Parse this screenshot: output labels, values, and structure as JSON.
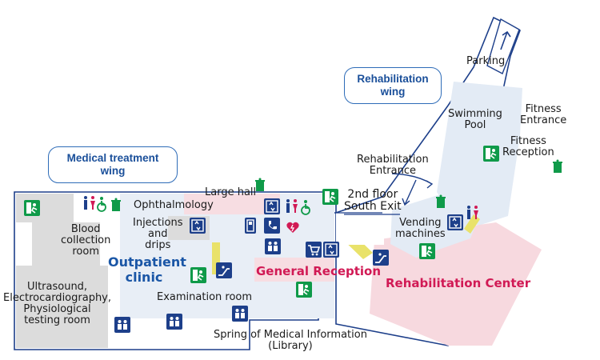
{
  "wings": {
    "medical_treatment": "Medical treatment\nwing",
    "rehabilitation": "Rehabilitation\nwing"
  },
  "areas": {
    "outpatient_clinic": "Outpatient\nclinic",
    "general_reception": "General Reception",
    "rehabilitation_center": "Rehabilitation Center"
  },
  "labels": {
    "parking": "Parking",
    "swimming_pool": "Swimming\nPool",
    "fitness_entrance": "Fitness\nEntrance",
    "fitness_reception": "Fitness\nReception",
    "rehabilitation_entrance": "Rehabilitation\nEntrance",
    "second_floor_south_exit": "2nd floor\nSouth Exit",
    "vending_machines": "Vending\nmachines",
    "large_hall": "Large hall",
    "ophthalmology": "Ophthalmology",
    "injections_drips": "Injections\nand\ndrips",
    "blood_collection": "Blood\ncollection\nroom",
    "ultrasound": "Ultrasound,\nElectrocardiography,\nPhysiological\ntesting room",
    "examination_room": "Examination room",
    "library": "Spring of Medical Information\n(Library)"
  },
  "colors": {
    "outline": "#1d3f8a",
    "corridor": "#e8eef6",
    "room_gray": "#dcdcdc",
    "room_pink": "#f7dde2",
    "rehab_pink": "#f7d9df",
    "blue_zone": "#e3ebf5",
    "escalator": "#e9e26a",
    "exit_green": "#0f9a49",
    "icon_navy": "#1d3f8a",
    "brand_blue": "#1a56a6",
    "brand_red": "#d11a55"
  },
  "icons": [
    "emergency-exit-icon",
    "restroom-icon",
    "accessible-restroom-icon",
    "trash-icon",
    "elevator-icon",
    "escalator-icon",
    "atm-icon",
    "phone-icon",
    "aed-icon",
    "shopping-cart-icon",
    "waiting-area-icon",
    "parking-arrow-icon"
  ]
}
